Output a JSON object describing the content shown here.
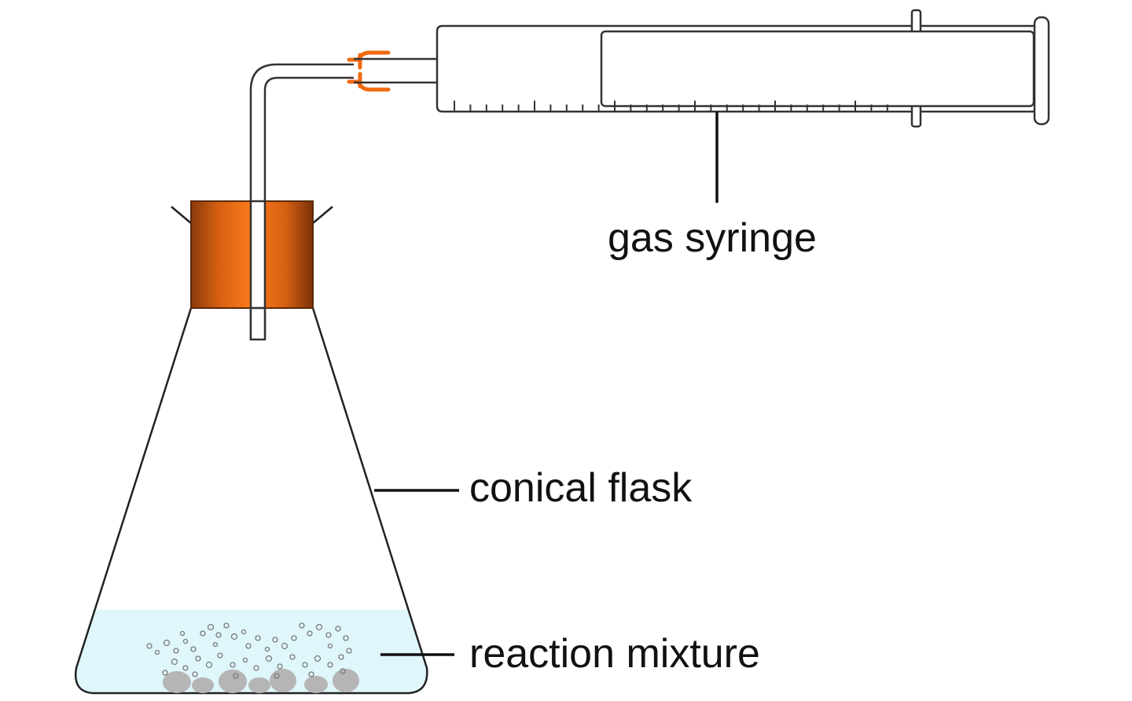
{
  "labels": {
    "gas_syringe": "gas syringe",
    "conical_flask": "conical flask",
    "reaction_mixture": "reaction mixture"
  },
  "colors": {
    "stopper": "#e86a12",
    "stopper_dark": "#9a3f0c",
    "connector": "#f06a10",
    "liquid": "#dff6fb",
    "solid": "#b9b9b9",
    "outline": "#222222"
  }
}
